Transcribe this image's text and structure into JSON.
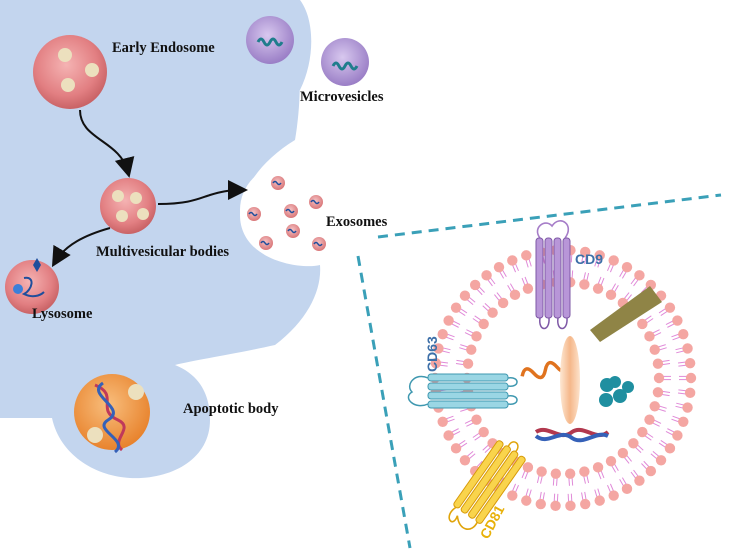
{
  "labels": {
    "early_endosome": "Early Endosome",
    "microvesicles": "Microvesicles",
    "exosomes": "Exosomes",
    "multivesicular_bodies": "Multivesicular bodies",
    "lysosome": "Lysosome",
    "apoptotic_body": "Apoptotic body",
    "cd9": "CD9",
    "cd63": "CD63",
    "cd81": "CD81"
  },
  "colors": {
    "cell": "#c3d5ee",
    "endosome_fill": "#e07f82",
    "vesicle_dots": "#ece0be",
    "microvesicle": "#a98ed0",
    "apoptotic": "#f0953e",
    "lipid_head": "#f4a6a2",
    "tail": "#e08ad8",
    "dashed_line": "#3aa0b8",
    "cd9_protein": "#a67dc8",
    "cd63_protein": "#7cc6d8",
    "cd81_protein": "#f5c518",
    "rna": "#e0731f"
  }
}
